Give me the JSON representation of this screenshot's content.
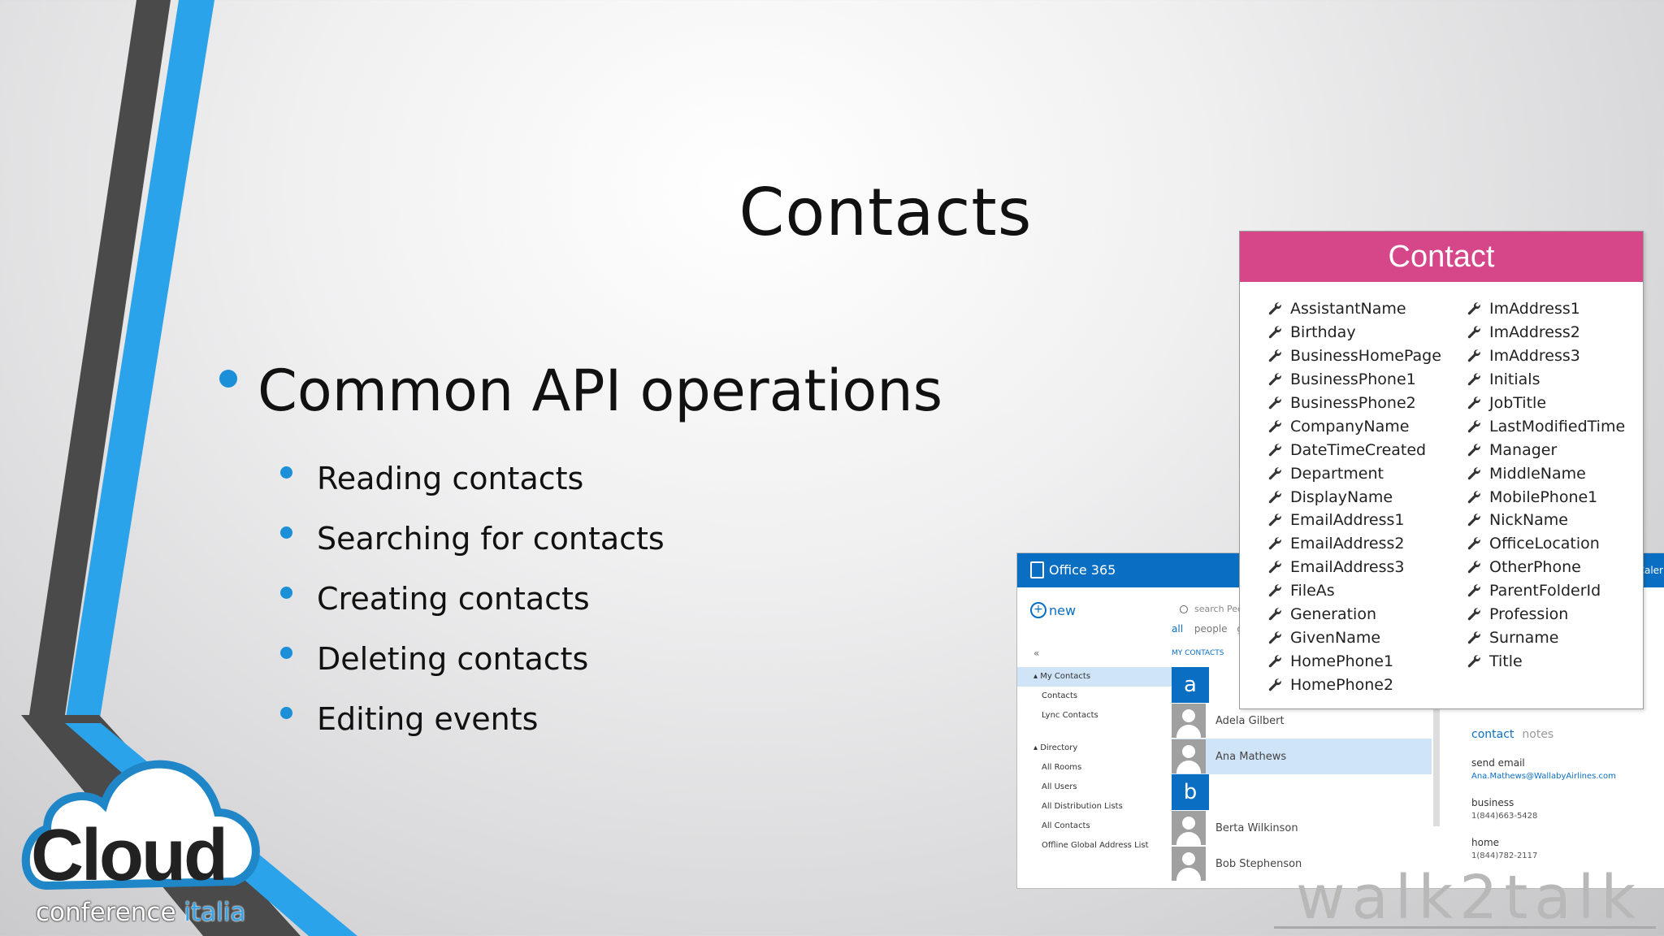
{
  "slide": {
    "title": "Contacts",
    "main_bullet": "Common API operations",
    "sub_bullets": [
      "Reading contacts",
      "Searching for contacts",
      "Creating contacts",
      "Deleting contacts",
      "Editing events"
    ]
  },
  "contact_card": {
    "title": "Contact",
    "left_properties": [
      "AssistantName",
      "Birthday",
      "BusinessHomePage",
      "BusinessPhone1",
      "BusinessPhone2",
      "CompanyName",
      "DateTimeCreated",
      "Department",
      "DisplayName",
      "EmailAddress1",
      "EmailAddress2",
      "EmailAddress3",
      "FileAs",
      "Generation",
      "GivenName",
      "HomePhone1",
      "HomePhone2"
    ],
    "right_properties": [
      "ImAddress1",
      "ImAddress2",
      "ImAddress3",
      "Initials",
      "JobTitle",
      "LastModifiedTime",
      "Manager",
      "MiddleName",
      "MobilePhone1",
      "NickName",
      "OfficeLocation",
      "OtherPhone",
      "ParentFolderId",
      "Profession",
      "Surname",
      "Title"
    ],
    "icon": "wrench-icon",
    "header_color": "#d6478a"
  },
  "office365": {
    "brand": "Office 365",
    "calendar_fragment": "Caler",
    "new_label": "new",
    "collapse_glyph": "«",
    "search_placeholder": "search Peo",
    "filters": [
      "all",
      "people",
      "g"
    ],
    "my_contacts_header": "MY CONTACTS",
    "nav": {
      "my_contacts": "My Contacts",
      "contacts": "Contacts",
      "lync_contacts": "Lync Contacts",
      "directory": "Directory",
      "all_rooms": "All Rooms",
      "all_users": "All Users",
      "all_distribution_lists": "All Distribution Lists",
      "all_contacts": "All Contacts",
      "offline_gal": "Offline Global Address List"
    },
    "list": {
      "letter_a": "a",
      "letter_b": "b",
      "person1": "Adela Gilbert",
      "person2": "Ana Mathews",
      "person3": "Berta Wilkinson",
      "person4": "Bob Stephenson"
    },
    "detail": {
      "tab_contact": "contact",
      "tab_notes": "notes",
      "send_email": "send email",
      "email": "Ana.Mathews@WallabyAirlines.com",
      "business_label": "business",
      "business_phone": "1(844)663-5428",
      "home_label": "home",
      "home_phone": "1(844)782-2117"
    },
    "accent_color": "#0a6fc2"
  },
  "watermark": "walk2talk",
  "logo": {
    "word": "Cloud",
    "sub_plain": "conference ",
    "sub_accent": "italia"
  },
  "colors": {
    "bullet": "#1b8fd8",
    "stripe_blue": "#2ba3ea",
    "stripe_gray": "#4a4a4a"
  }
}
